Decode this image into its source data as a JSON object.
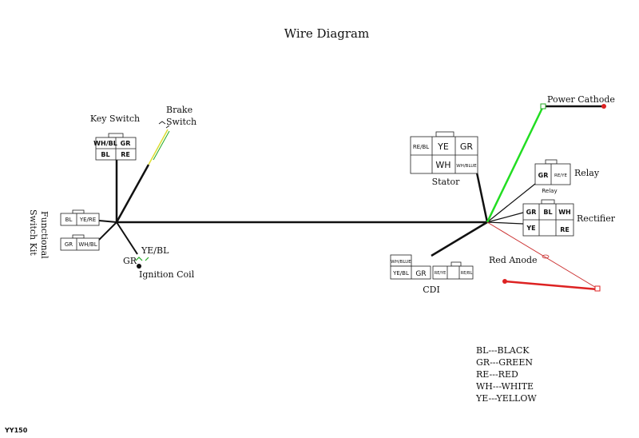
{
  "title": "Wire Diagram",
  "footer_code": "YY150",
  "colors": {
    "wire_black": "#111111",
    "wire_green": "#22dd22",
    "wire_red": "#dd2222",
    "wire_yellow": "#dddd33"
  },
  "components": {
    "key_switch": {
      "label": "Key Switch",
      "cells": [
        "WH/BL",
        "GR",
        "BL",
        "RE"
      ]
    },
    "brake_switch": {
      "label_line1": "Brake",
      "label_line2": "Switch"
    },
    "functional_switch_kit": {
      "label_line1": "Functional",
      "label_line2": "Switch Kit",
      "cells_top": [
        "BL",
        "YE/RE"
      ],
      "cells_bottom": [
        "GR",
        "WH/BL"
      ]
    },
    "ignition_coil": {
      "label": "Ignition Coil",
      "wire_gr": "GR",
      "wire_yebl": "YE/BL"
    },
    "stator": {
      "label": "Stator",
      "cells": [
        "RE/BL",
        "YE",
        "GR",
        "WH",
        "WH/BLUE"
      ]
    },
    "cdi": {
      "label": "CDI",
      "cells_left": [
        "WH/BLUE",
        "YE/BL",
        "GR"
      ],
      "cells_right": [
        "RE/YE",
        "RE/BL"
      ]
    },
    "relay": {
      "label": "Relay",
      "sub_label": "Relay",
      "cells": [
        "GR",
        "RE/YE"
      ]
    },
    "rectifier": {
      "label": "Rectifier",
      "cells": [
        "GR",
        "BL",
        "WH",
        "YE",
        "RE"
      ]
    },
    "power_cathode": {
      "label": "Power Cathode"
    },
    "red_anode": {
      "label": "Red Anode"
    }
  },
  "legend": [
    "BL---BLACK",
    "GR---GREEN",
    "RE---RED",
    "WH---WHITE",
    "YE---YELLOW"
  ]
}
